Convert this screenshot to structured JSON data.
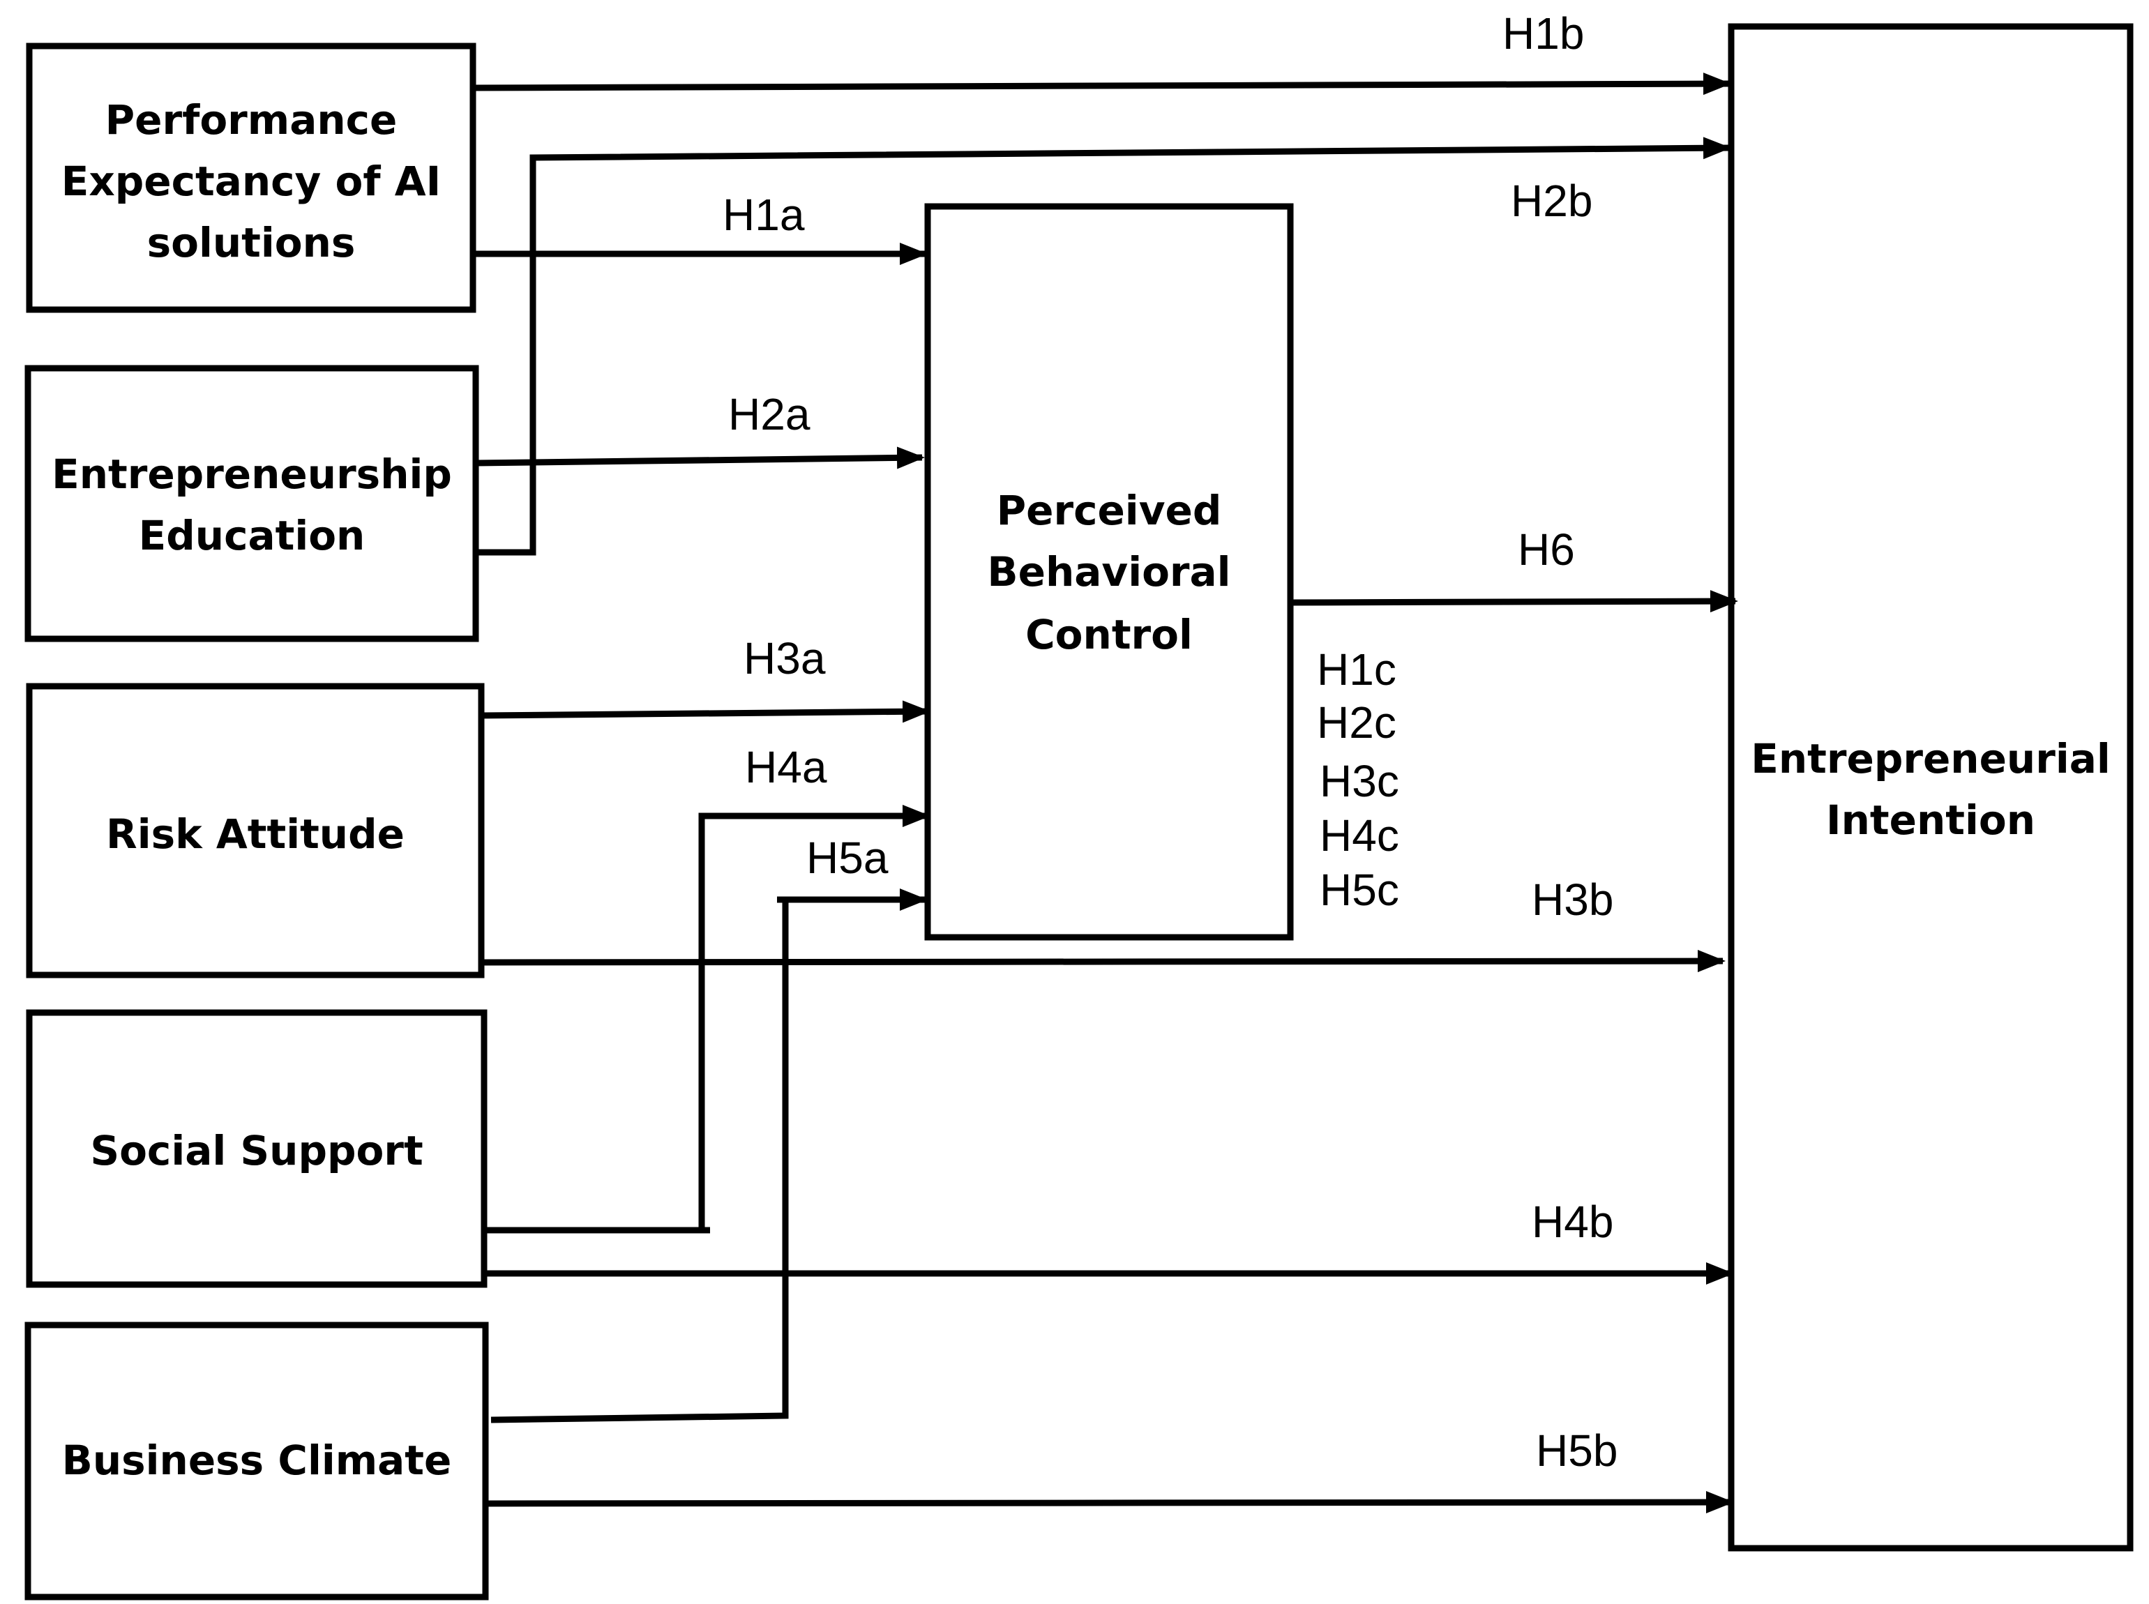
{
  "boxes": {
    "performance_expectancy": [
      "Performance",
      "Expectancy of AI",
      "solutions"
    ],
    "entrepreneurship_education": [
      "Entrepreneurship",
      "Education"
    ],
    "risk_attitude": [
      "Risk Attitude"
    ],
    "social_support": [
      "Social Support"
    ],
    "business_climate": [
      "Business Climate"
    ],
    "perceived_behavioral_control": [
      "Perceived",
      "Behavioral",
      "Control"
    ],
    "entrepreneurial_intention": [
      "Entrepreneurial",
      "Intention"
    ]
  },
  "hypotheses": {
    "h1a": "H1a",
    "h1b": "H1b",
    "h1c": "H1c",
    "h2a": "H2a",
    "h2b": "H2b",
    "h2c": "H2c",
    "h3a": "H3a",
    "h3b": "H3b",
    "h3c": "H3c",
    "h4a": "H4a",
    "h4b": "H4b",
    "h4c": "H4c",
    "h5a": "H5a",
    "h5b": "H5b",
    "h5c": "H5c",
    "h6": "H6"
  },
  "colors": {
    "stroke": "#000000",
    "background": "#ffffff"
  }
}
